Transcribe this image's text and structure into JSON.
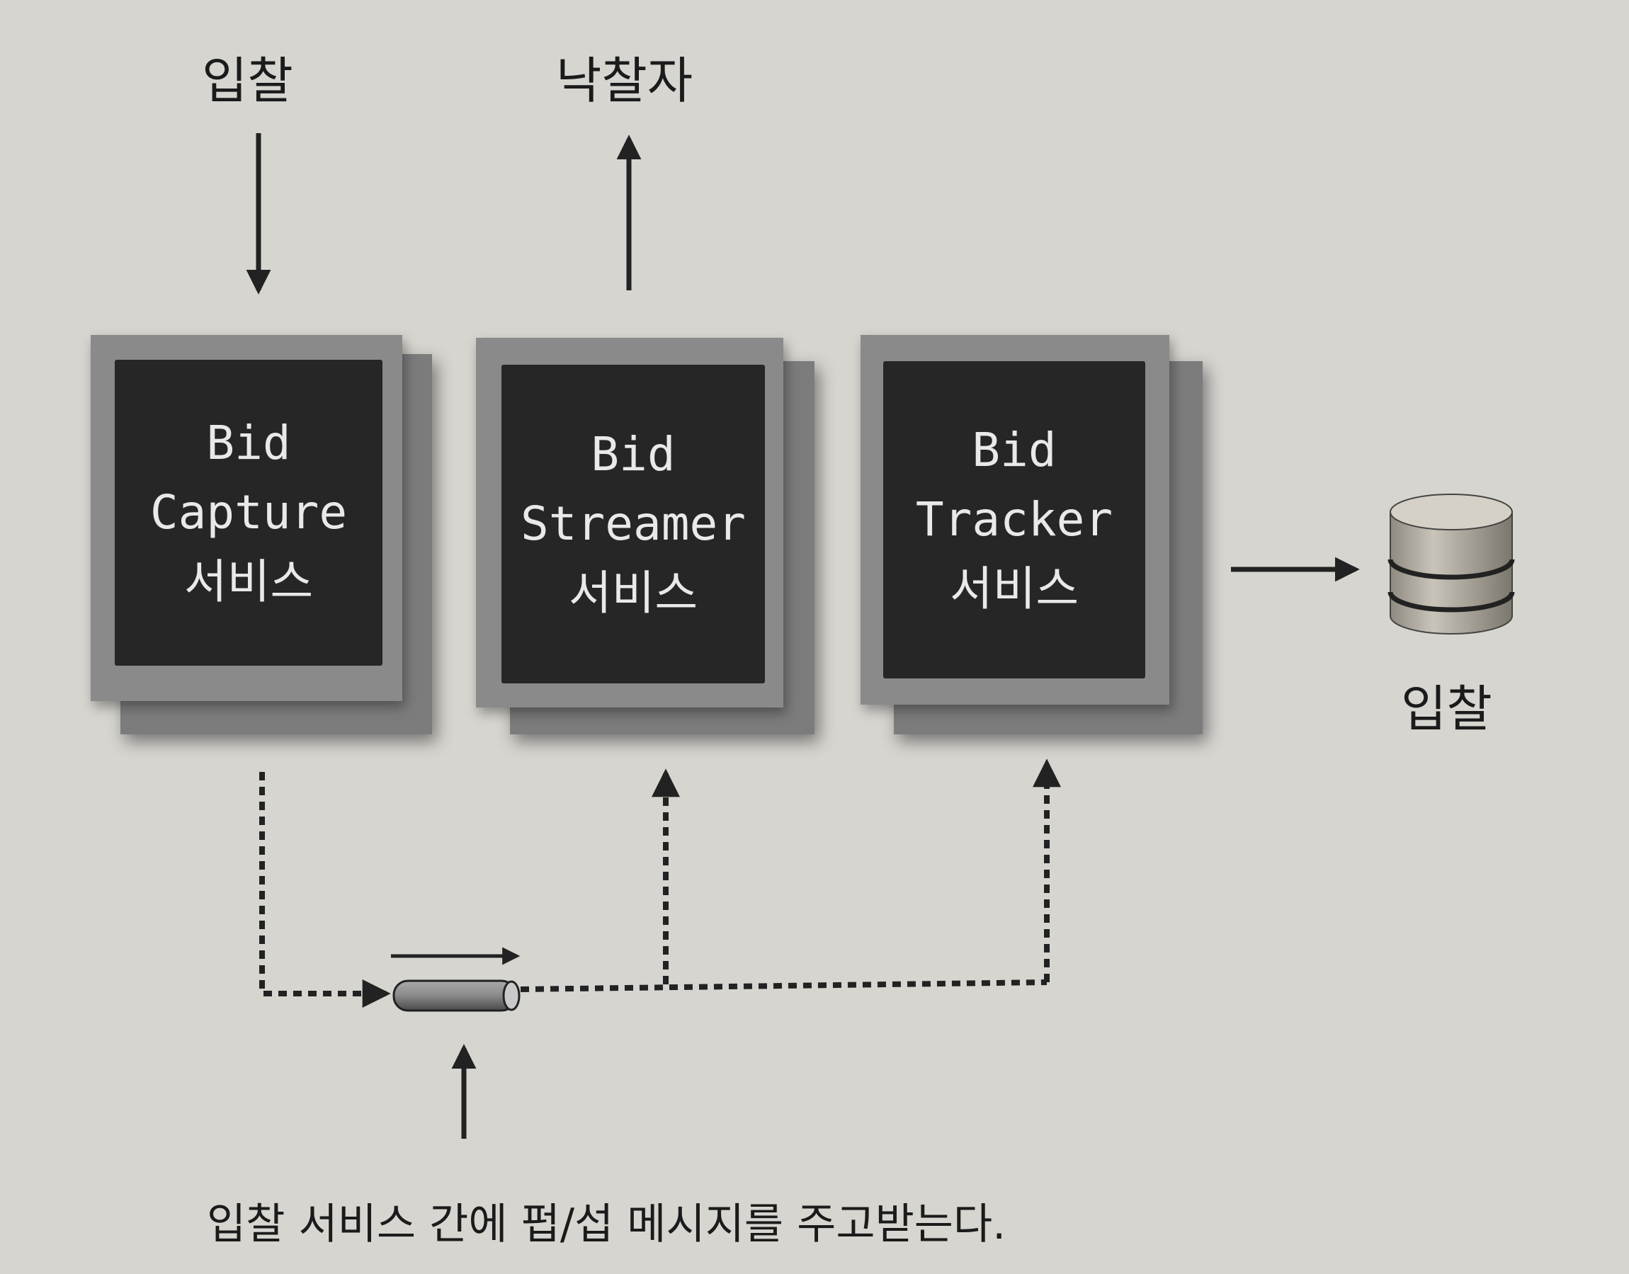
{
  "top_labels": {
    "input_bid": "입찰",
    "winner": "낙찰자"
  },
  "services": [
    {
      "line1": "Bid",
      "line2": "Capture",
      "line3": "서비스"
    },
    {
      "line1": "Bid",
      "line2": "Streamer",
      "line3": "서비스"
    },
    {
      "line1": "Bid",
      "line2": "Tracker",
      "line3": "서비스"
    }
  ],
  "database_label": "입찰",
  "caption": "입찰 서비스 간에 펍/섭 메시지를 주고받는다.",
  "colors": {
    "background": "#d7d5d0",
    "box_inner": "#262626",
    "box_frame": "#8a8a8a",
    "arrow": "#222222",
    "database": "#a9a49a"
  },
  "icons": {
    "database": "database-icon",
    "message_channel": "pipe-channel-icon"
  }
}
